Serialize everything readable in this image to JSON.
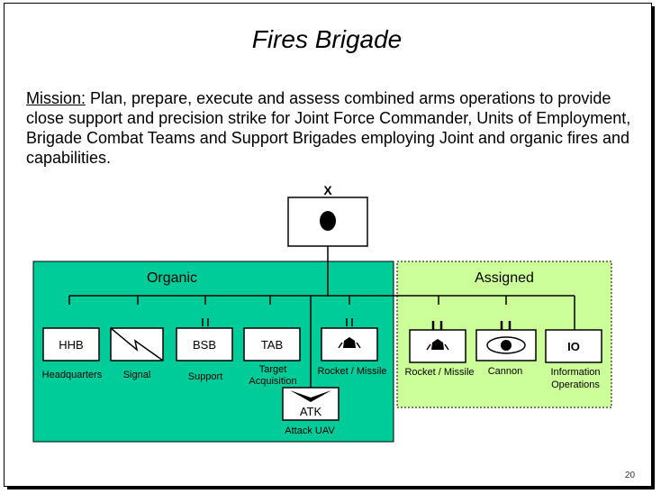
{
  "slide": {
    "title": "Fires Brigade",
    "mission_label": "Mission:",
    "mission_text": " Plan, prepare, execute and assess combined arms operations to provide close support and precision strike for Joint Force Commander, Units of Employment, Brigade Combat Teams and Support Brigades employing Joint and organic fires and capabilities.",
    "page_number": "20"
  },
  "diagram": {
    "hq": {
      "echelon": "X"
    },
    "organic": {
      "label": "Organic",
      "color": "#00cc99",
      "units": [
        {
          "abbr": "HHB",
          "name": "Headquarters"
        },
        {
          "abbr": "",
          "name": "Signal"
        },
        {
          "abbr": "BSB",
          "name": "Support",
          "echelon": "II"
        },
        {
          "abbr": "TAB",
          "name": "Target Acquisition",
          "name_lines": [
            "Target",
            "Acquisition"
          ]
        },
        {
          "abbr": "",
          "name": "Rocket / Missile",
          "echelon": "II",
          "icon": "rocket-icon"
        },
        {
          "abbr": "ATK",
          "name": "Attack UAV"
        }
      ]
    },
    "assigned": {
      "label": "Assigned",
      "color": "#ccff99",
      "units": [
        {
          "abbr": "",
          "name": "Rocket / Missile",
          "echelon": "II",
          "icon": "rocket-icon"
        },
        {
          "abbr": "",
          "name": "Cannon",
          "echelon": "II",
          "icon": "cannon-icon"
        },
        {
          "abbr": "IO",
          "name": "Information Operations",
          "name_lines": [
            "Information",
            "Operations"
          ]
        }
      ]
    }
  }
}
